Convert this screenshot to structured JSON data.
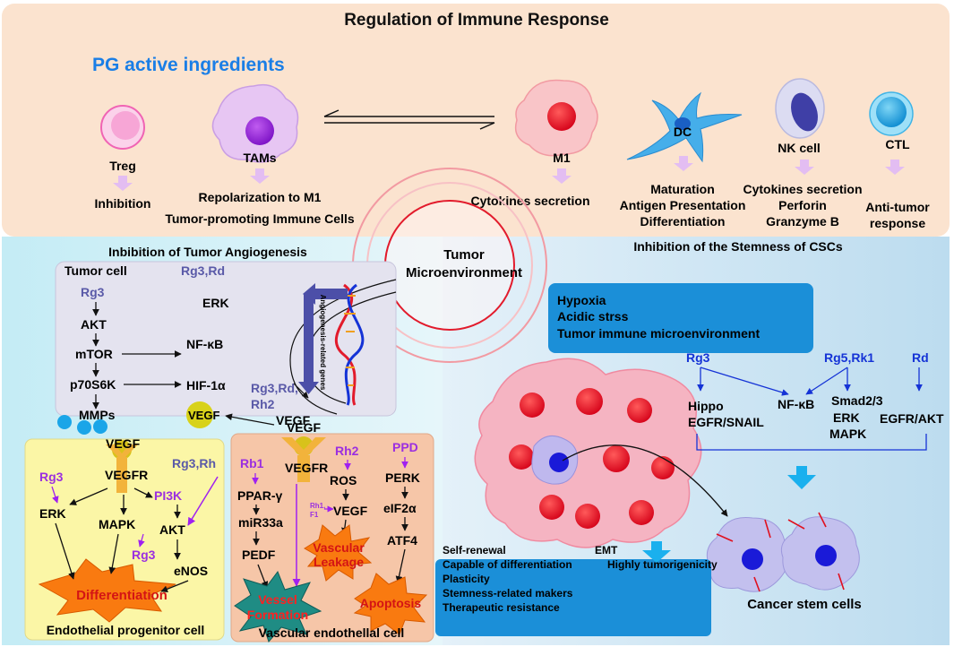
{
  "colors": {
    "top_panel": "#fbe3cf",
    "left_panel": "#d6f0f6",
    "right_panel": "#cfe6f3",
    "tumor_box": "#e4e3ef",
    "yellow_box": "#fbf6a6",
    "orange_box": "#f6c6a8",
    "blue_box": "#1b8fd8",
    "ingredient_blue": "#1a7ee6",
    "ingredient_purple": "#9b2fe0",
    "ingredient_slate": "#5a5aa8",
    "arrow_purple": "#e3bdf2"
  },
  "header": {
    "title": "Regulation of Immune Response",
    "ingredients_title": "PG active ingredients"
  },
  "immune": {
    "treg": {
      "name": "Treg",
      "effect": "Inhibition"
    },
    "tams": {
      "name": "TAMs",
      "effect1": "Repolarization to M1",
      "effect2": "Tumor-promoting Immune Cells"
    },
    "m1": {
      "name": "M1",
      "effect": "Cytokines secretion"
    },
    "dc": {
      "name": "DC",
      "effect1": "Maturation",
      "effect2": "Antigen Presentation",
      "effect3": "Differentiation"
    },
    "nk": {
      "name": "NK cell",
      "effect1": "Cytokines secretion",
      "effect2": "Perforin",
      "effect3": "Granzyme B"
    },
    "ctl": {
      "name": "CTL",
      "effect1": "Anti-tumor",
      "effect2": "response"
    }
  },
  "center": {
    "line1": "Tumor",
    "line2": "Microenvironment"
  },
  "angio": {
    "title": "Inbibition of Tumor Angiogenesis",
    "tumor_cell": "Tumor cell",
    "rg3_rd": "Rg3,Rd",
    "rg3": "Rg3",
    "akt": "AKT",
    "mtor": "mTOR",
    "p70": "p70S6K",
    "mmps": "MMPs",
    "erk": "ERK",
    "nfkb": "NF-κB",
    "hif": "HIF-1α",
    "rg3_rd_rh2_a": "Rg3,Rd,",
    "rg3_rd_rh2_b": "Rh2",
    "vegf_inner": "VEGF",
    "vegf_ball": "VEGF",
    "genes": "Angiogenesis-related genes",
    "vegf_top": "VEGF"
  },
  "epc": {
    "vegf": "VEGF",
    "vegfr": "VEGFR",
    "rg3_left": "Rg3",
    "erk": "ERK",
    "mapk": "MAPK",
    "rg3_rh": "Rg3,Rh",
    "pi3k": "PI3K",
    "akt": "AKT",
    "rg3_bottom": "Rg3",
    "enos": "eNOS",
    "differentiation": "Differentiation",
    "caption": "Endothelial progenitor cell"
  },
  "vec": {
    "rb1": "Rb1",
    "ppar": "PPAR-γ",
    "mir": "miR33a",
    "pedf": "PEDF",
    "vegfr": "VEGFR",
    "rh2": "Rh2",
    "ros": "ROS",
    "rh1": "Rh1,",
    "f1": "F1",
    "vegf": "VEGF",
    "leak1": "Vascular",
    "leak2": "Leakage",
    "formation1": "Vessel",
    "formation2": "Formation",
    "ppd": "PPD",
    "perk": "PERK",
    "eif": "eIF2α",
    "atf": "ATF4",
    "apoptosis": "Apoptosis",
    "caption": "Vascular endothellal cell"
  },
  "csc": {
    "title": "Inhibition of the Stemness of CSCs",
    "box_line1": "Hypoxia",
    "box_line2": "Acidic strss",
    "box_line3": "Tumor immune microenvironment",
    "rg3": "Rg3",
    "rg5": "Rg5,Rk1",
    "rd": "Rd",
    "hippo": "Hippo",
    "egfr_snail": "EGFR/SNAIL",
    "nfkb": "NF-κB",
    "smad": "Smad2/3",
    "erk": "ERK",
    "mapk": "MAPK",
    "egfr_akt": "EGFR/AKT",
    "props": [
      "Self-renewal",
      "Capable of differentiation",
      "Plasticity",
      "Stemness-related makers",
      "Therapeutic resistance"
    ],
    "emt": "EMT",
    "tumorigenicity": "Highly tumorigenicity",
    "caption": "Cancer stem cells"
  }
}
